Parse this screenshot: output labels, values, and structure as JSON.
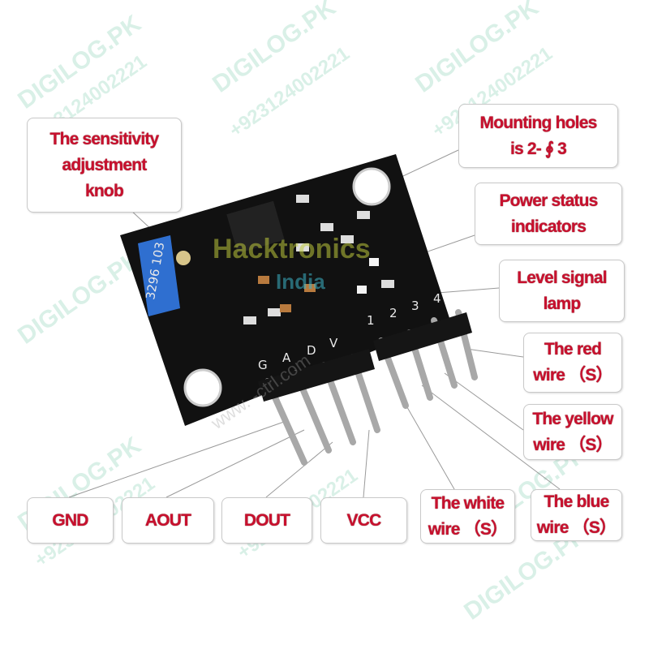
{
  "labels": {
    "sensitivity": [
      "The sensitivity",
      "adjustment",
      "knob"
    ],
    "mounting": [
      "Mounting holes",
      "is 2- ∮ 3"
    ],
    "power": [
      "Power status",
      "indicators"
    ],
    "level": [
      "Level signal",
      "lamp"
    ],
    "red": [
      "The red",
      "wire （S）"
    ],
    "yellow": [
      "The yellow",
      "wire （S）"
    ],
    "gnd": "GND",
    "aout": "AOUT",
    "dout": "DOUT",
    "vcc": "VCC",
    "white": [
      "The white",
      "wire （S）"
    ],
    "blue": [
      "The  blue",
      "wire （S）"
    ]
  },
  "board": {
    "pin_labels_left": [
      "G",
      "A",
      "D",
      "V"
    ],
    "pin_labels_right": [
      "1",
      "2",
      "3",
      "4"
    ],
    "potentiometer_text": "3296 103",
    "colors": {
      "pcb": "#111111",
      "potentiometer": "#2f6fd0",
      "pins": "#b8b8b8",
      "label_text": "#c8102e"
    }
  },
  "watermarks": {
    "brand": "DIGILOG.PK",
    "phone": "+923124002221",
    "overlay_1": "Hacktronics",
    "overlay_2": "India",
    "site": "www.      -ctrl.com"
  }
}
